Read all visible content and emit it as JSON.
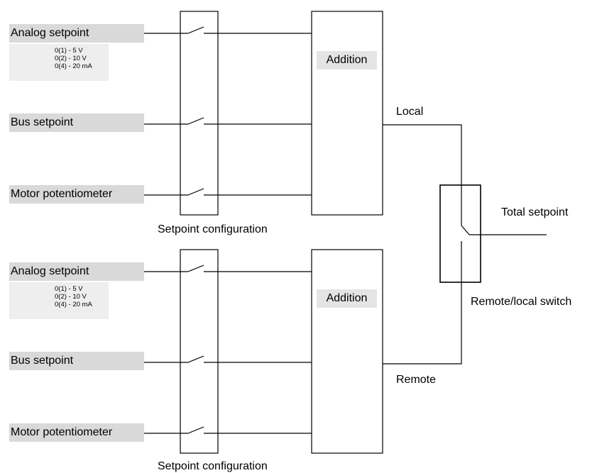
{
  "upper": {
    "inputs": [
      "Analog setpoint",
      "Bus setpoint",
      "Motor potentiometer"
    ],
    "ranges": [
      "0(1) - 5 V",
      "0(2) - 10 V",
      "0(4) - 20 mA"
    ],
    "config_label": "Setpoint configuration",
    "addition_label": "Addition",
    "output_label": "Local"
  },
  "lower": {
    "inputs": [
      "Analog setpoint",
      "Bus setpoint",
      "Motor potentiometer"
    ],
    "ranges": [
      "0(1) - 5 V",
      "0(2) - 10 V",
      "0(4) - 20 mA"
    ],
    "config_label": "Setpoint configuration",
    "addition_label": "Addition",
    "output_label": "Remote"
  },
  "switch_label": "Remote/local switch",
  "output_label": "Total setpoint"
}
